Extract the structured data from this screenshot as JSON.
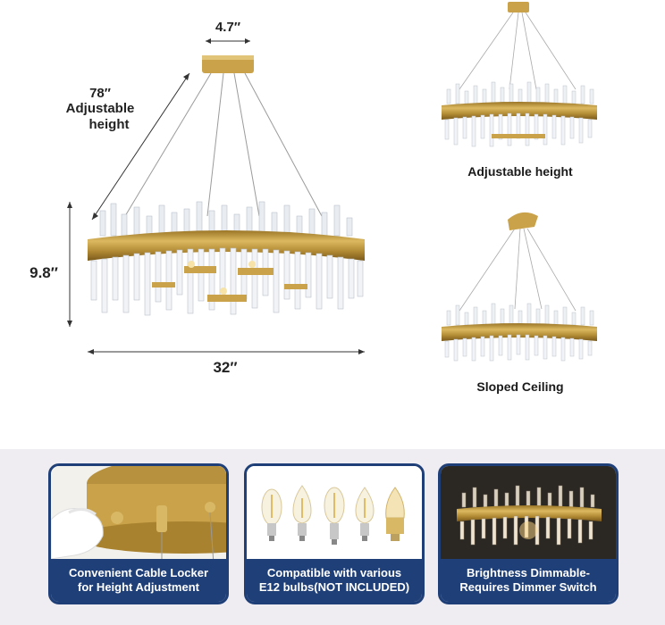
{
  "dimensions": {
    "canopy_width": "4.7″",
    "height_value": "78″",
    "height_line1": "Adjustable",
    "height_line2": "height",
    "body_height": "9.8″",
    "diameter": "32″"
  },
  "variants": [
    {
      "caption": "Adjustable height"
    },
    {
      "caption": "Sloped Ceiling"
    }
  ],
  "features": [
    {
      "line1": "Convenient Cable Locker",
      "line2": "for Height Adjustment"
    },
    {
      "line1": "Compatible with various",
      "line2": "E12 bulbs(NOT INCLUDED)"
    },
    {
      "line1": "Brightness Dimmable-",
      "line2": "Requires Dimmer Switch"
    }
  ],
  "colors": {
    "brand_navy": "#1f3f78",
    "gold": "#c9a24a",
    "band_background": "#efedf1"
  }
}
